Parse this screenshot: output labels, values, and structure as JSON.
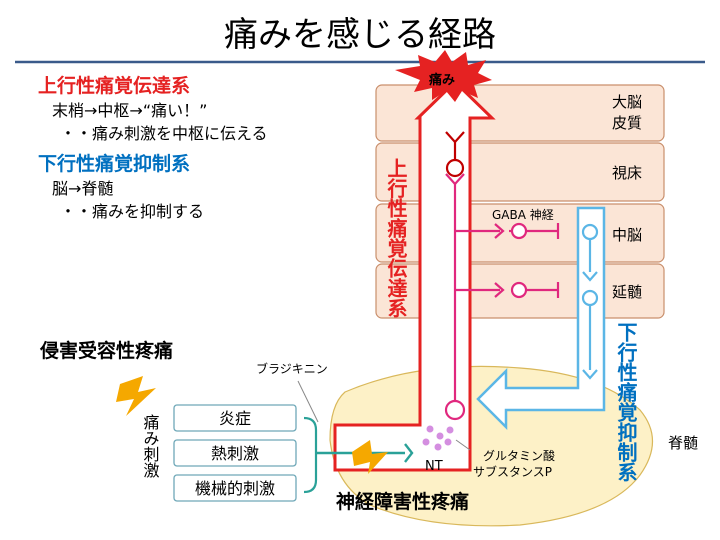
{
  "title": "痛みを感じる経路",
  "ascending": {
    "heading": "上行性痛覚伝達系",
    "line1": "末梢→中枢→“痛い！”",
    "line2": "・・痛み刺激を中枢に伝える",
    "vertical_label": "上行性痛覚伝達系"
  },
  "descending": {
    "heading": "下行性痛覚抑制系",
    "line1": "脳→脊髄",
    "line2": "・・痛みを抑制する",
    "vertical_label": "下行性痛覚抑制系"
  },
  "pain_burst": "痛み",
  "brain_regions": {
    "cortex": [
      "大脳",
      "皮質"
    ],
    "thalamus": "視床",
    "midbrain": "中脳",
    "medulla": "延髄"
  },
  "gaba_label": "GABA 神経",
  "nociceptive_pain": "侵害受容性疼痛",
  "bradykinin": "ブラジキニン",
  "stimuli_label": "痛み刺激",
  "stimuli": [
    "炎症",
    "熱刺激",
    "機械的刺激"
  ],
  "nt_label": "NT",
  "glutamate": "グルタミン酸",
  "substance_p": "サブスタンスP",
  "spinal_cord": "脊髄",
  "neuropathic_pain": "神経障害性疼痛",
  "colors": {
    "red": "#e52222",
    "red_dark": "#c00000",
    "blue": "#0070c0",
    "light_blue": "#5bb6e6",
    "magenta": "#e0287e",
    "teal": "#2aa198",
    "region_fill": "#fbe5d6",
    "region_stroke": "#c98f6c",
    "spinal_fill": "#fdf1c7",
    "lightning": "#f5a800"
  }
}
